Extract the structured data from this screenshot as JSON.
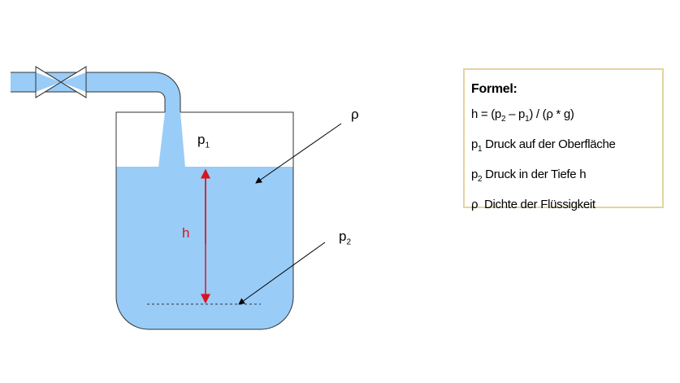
{
  "diagram": {
    "labels": {
      "p1": "p",
      "p1_sub": "1",
      "rho": "ρ",
      "h": "h",
      "p2": "p",
      "p2_sub": "2"
    },
    "colors": {
      "water": "#99ccf7",
      "height_arrow": "#d9141e",
      "box_border": "#e3d49f"
    }
  },
  "formula_box": {
    "title": "Formel:",
    "formula": {
      "a": "h = (p",
      "a_sub": "2",
      "b": " – p",
      "b_sub": "1",
      "c": ") / (ρ * g)"
    },
    "lines": [
      {
        "sym": "p",
        "sub": "1",
        "text": " Druck auf der Oberfläche"
      },
      {
        "sym": "p",
        "sub": "2",
        "text": " Druck in der Tiefe h"
      },
      {
        "sym": "ρ",
        "sub": "",
        "text": "  Dichte der Flüssigkeit"
      }
    ]
  }
}
